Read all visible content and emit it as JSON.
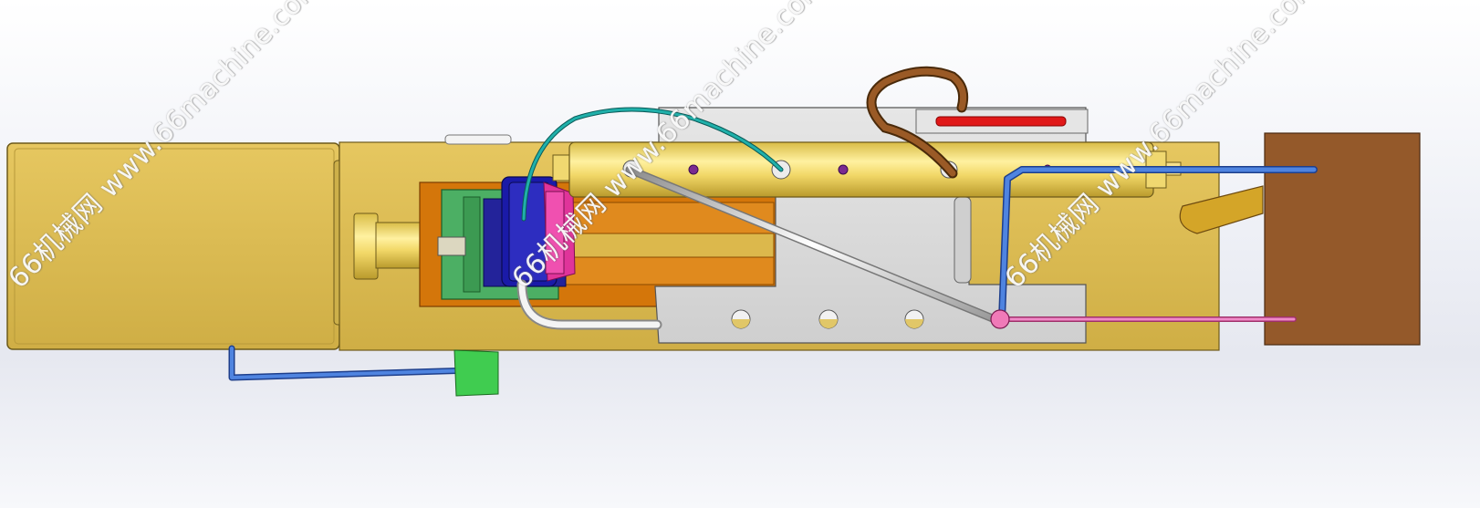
{
  "watermarks": [
    {
      "text": "66机械网 www.66machine.com"
    },
    {
      "text": "66机械网 www.66machine.com"
    },
    {
      "text": "66机械网 www.66machine.com"
    }
  ],
  "colors": {
    "brass": "#d9b84f",
    "brass_dark": "#a88a2a",
    "orange": "#d4760a",
    "plate_gray": "#d8d8d8",
    "green": "#4caf64",
    "navy": "#1a1aa8",
    "magenta": "#e0349a",
    "blue_tube": "#3a68c8",
    "teal_wire": "#1a9a98",
    "brown_wire": "#8a5020",
    "red_part": "#e01818",
    "wood_block": "#94592a",
    "pink_rod": "#e070b0"
  }
}
